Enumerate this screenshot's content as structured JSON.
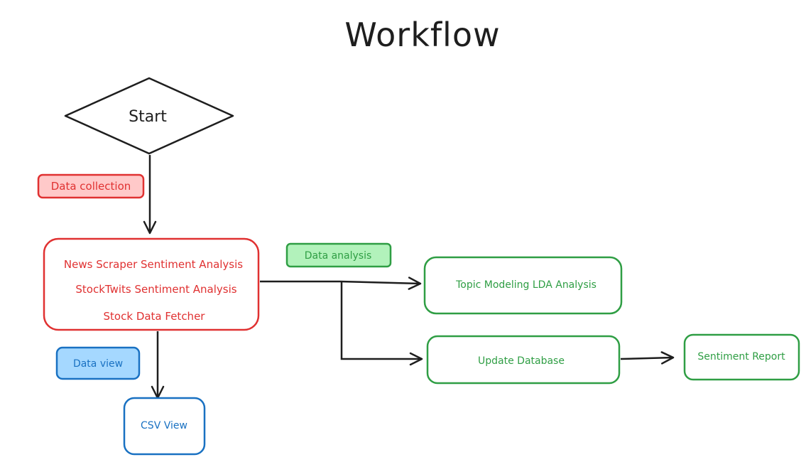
{
  "title": "Workflow",
  "colors": {
    "ink": "#1e1e1e",
    "red": "#e03131",
    "red_fill": "#ffc9c9",
    "green": "#2f9e44",
    "green_fill": "#b2f2bb",
    "blue": "#1971c2",
    "blue_fill": "#a5d8ff"
  },
  "start": {
    "label": "Start"
  },
  "tags": {
    "data_collection": "Data collection",
    "data_analysis": "Data analysis",
    "data_view": "Data view"
  },
  "collection_box": {
    "lines": [
      "News Scraper Sentiment Analysis",
      "StockTwits Sentiment Analysis",
      "Stock Data Fetcher"
    ]
  },
  "nodes": {
    "topic_modeling": "Topic Modeling LDA Analysis",
    "update_database": "Update Database",
    "sentiment_report": "Sentiment Report",
    "csv_view": "CSV View"
  }
}
